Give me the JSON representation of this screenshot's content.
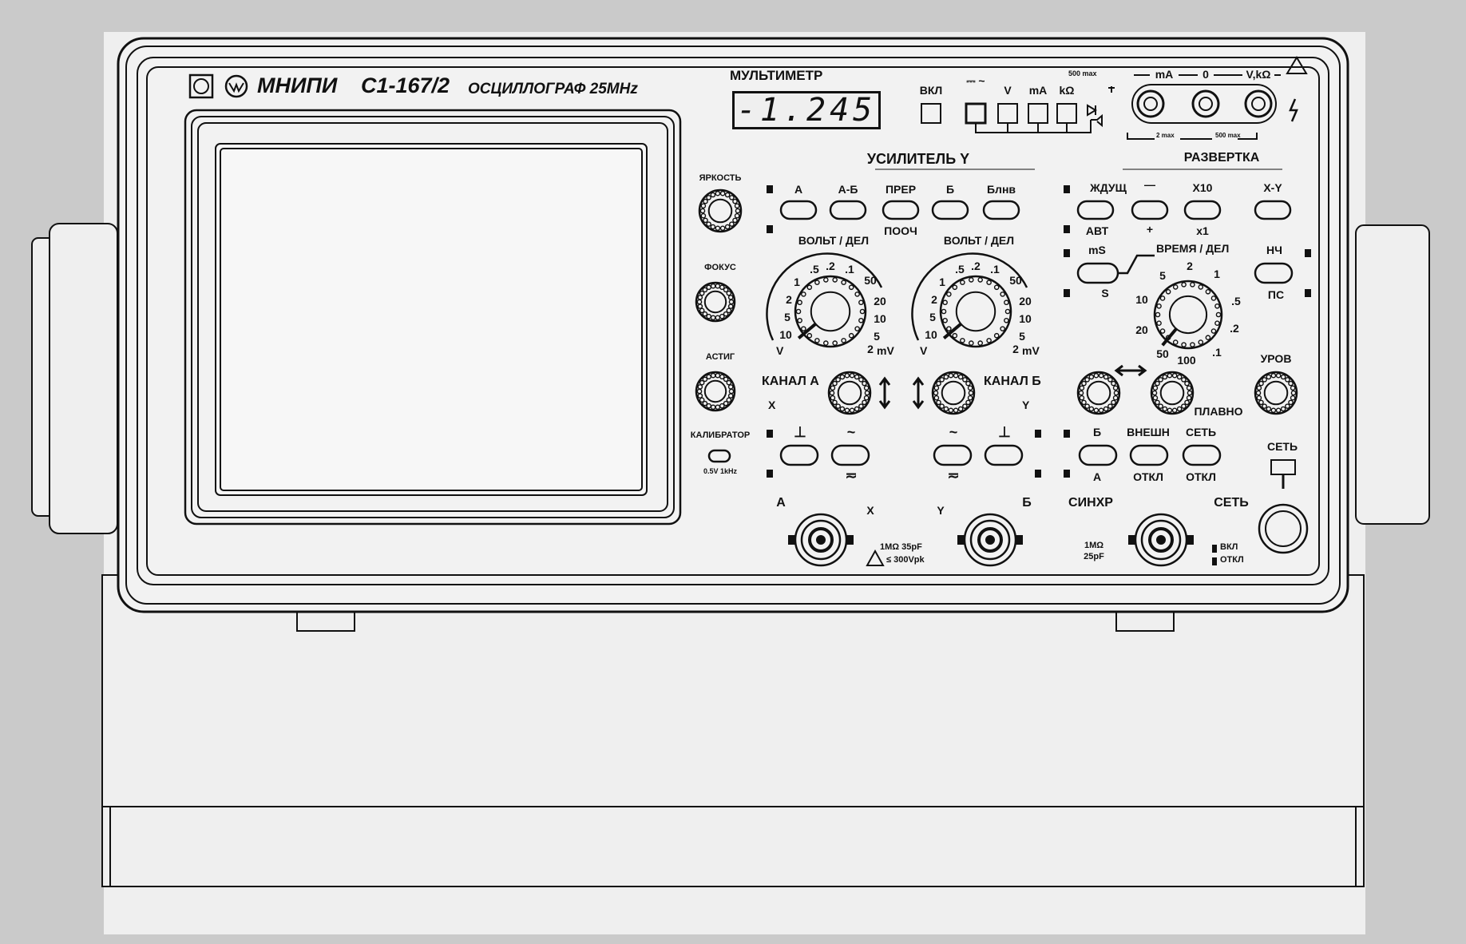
{
  "header": {
    "brand": "МНИПИ",
    "model": "С1-167/2",
    "product": "ОСЦИЛЛОГРАФ 25MHz"
  },
  "multimeter": {
    "title": "МУЛЬТИМЕТР",
    "display_value": "-1.245",
    "mode_labels": {
      "on": "ВКЛ",
      "dc_ac": "⎓ ~",
      "volt": "V",
      "milliamp": "mA",
      "kilohm": "kΩ"
    },
    "jack_labels": {
      "ma": "mA",
      "zero": "0",
      "vk": "V,kΩ",
      "top_limit": "500 max",
      "bottom_left_limit": "2 max",
      "bottom_right_limit": "500 max"
    }
  },
  "amplifier_y": {
    "title": "УСИЛИТЕЛЬ Y",
    "buttons": [
      "А",
      "А-Б",
      "ПРЕР",
      "Б",
      "Блнв"
    ],
    "under_label": "ПООЧ",
    "volts_div_label": "ВОЛЬТ / ДЕЛ",
    "dial_scale": [
      "10",
      "5",
      "2",
      "1",
      ".5",
      ".2",
      ".1",
      "50",
      "20",
      "10",
      "5",
      "2"
    ],
    "dial_units_left": "V",
    "dial_units_right": "mV",
    "channel_a": "КАНАЛ А",
    "channel_a_sub": "X",
    "channel_b": "КАНАЛ Б",
    "channel_b_sub": "Y",
    "coupling_a": [
      "⊥",
      "~"
    ],
    "coupling_b": [
      "~",
      "⊥"
    ],
    "coupling_dc": "≂"
  },
  "crt_controls": {
    "brightness": "ЯРКОСТЬ",
    "focus": "ФОКУС",
    "astig": "АСТИГ",
    "calibrator": "КАЛИБРАТОР",
    "calibrator_spec": "0.5V 1kHz"
  },
  "sweep": {
    "title": "РАЗВЕРТКА",
    "top_buttons": [
      "ЖДУЩ",
      "—",
      "X10",
      "X-Y"
    ],
    "under_labels": [
      "АВТ",
      "+",
      "x1"
    ],
    "ms_label": "mS",
    "s_label": "S",
    "time_div_label": "ВРЕМЯ / ДЕЛ",
    "time_scale": [
      "10",
      "5",
      "2",
      "1",
      ".5",
      ".2",
      ".1",
      "100",
      "50",
      "20"
    ],
    "hf_label": "НЧ",
    "ps_label": "ПС",
    "level_label": "УРОВ",
    "fine_label": "ПЛАВНО",
    "sync_buttons": [
      "Б",
      "ВНЕШН",
      "СЕТЬ"
    ],
    "sync_under": [
      "А",
      "ОТКЛ",
      "ОТКЛ"
    ],
    "power_top": "СЕТЬ"
  },
  "bottom": {
    "input_a": "А",
    "x_label": "X",
    "y_label": "Y",
    "input_b": "Б",
    "sync": "СИНХР",
    "power": "СЕТЬ",
    "input_spec_1": "1MΩ 35pF",
    "input_spec_2": "≤ 300Vpk",
    "sync_spec_1": "1MΩ",
    "sync_spec_2": "25pF",
    "power_on": "ВКЛ",
    "power_off": "ОТКЛ"
  }
}
